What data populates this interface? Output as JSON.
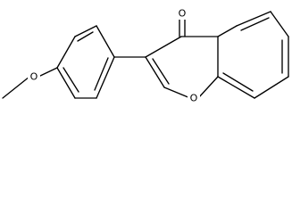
{
  "molecule": {
    "atom_labels": {
      "carbonyl_oxygen": "O",
      "ring_oxygen": "O",
      "methoxy_oxygen": "O"
    }
  }
}
